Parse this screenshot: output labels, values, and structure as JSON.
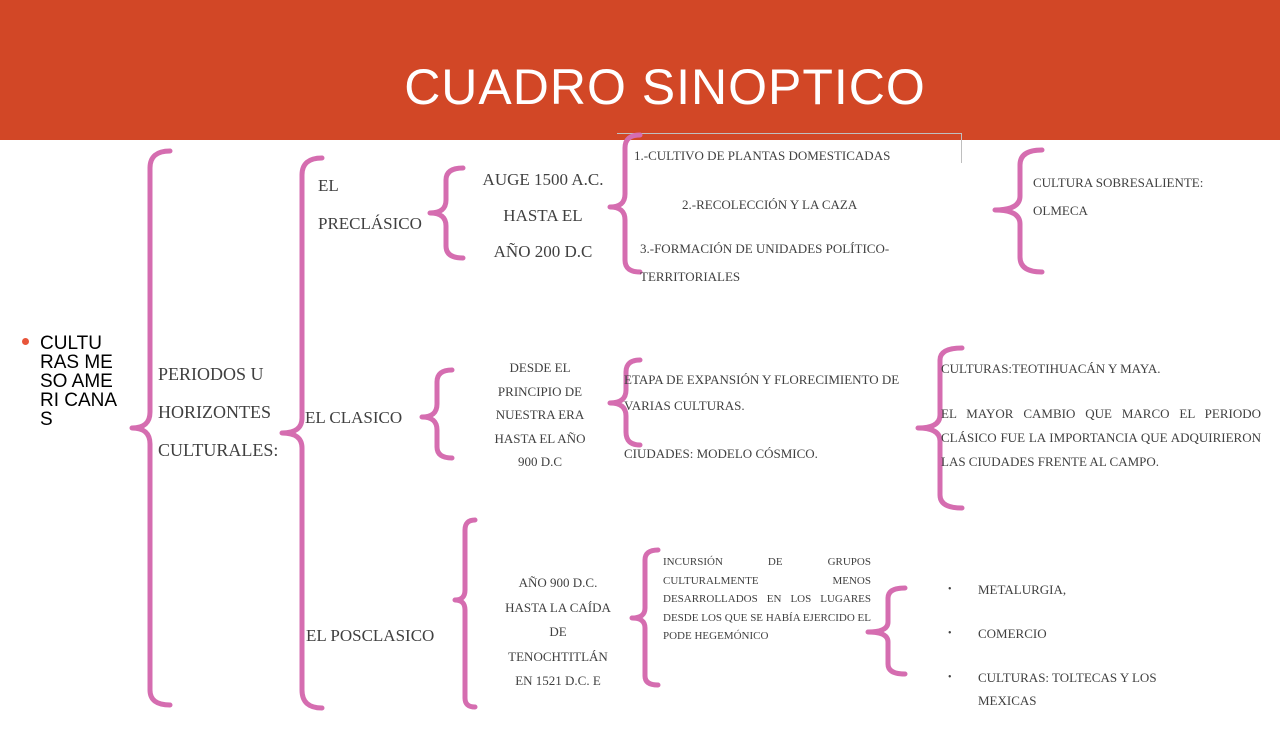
{
  "header": {
    "title": "CUADRO SINOPTICO",
    "bg": "#d24726"
  },
  "accent": {
    "bracket": "#d56db0",
    "bullet": "#e8553a"
  },
  "root": {
    "label": "CULTURAS MESOAMERICANAS",
    "display": "CULTU RAS MESO AMERI CANAS"
  },
  "level1": {
    "label": "PERIODOS U HORIZONTES CULTURALES:"
  },
  "preclasico": {
    "name_line1": "EL",
    "name_line2": "PRECLÁSICO",
    "range": [
      "AUGE 1500 A.C.",
      "HASTA EL",
      "AÑO 200 D.C"
    ],
    "items": [
      "1.-CULTIVO DE PLANTAS DOMESTICADAS",
      "2.-RECOLECCIÓN Y LA CAZA",
      "3.-FORMACIÓN DE UNIDADES POLÍTICO-",
      "TERRITORIALES"
    ],
    "culture": [
      "CULTURA SOBRESALIENTE:",
      "OLMECA"
    ]
  },
  "clasico": {
    "name": "EL CLASICO",
    "range": [
      "DESDE EL",
      "PRINCIPIO DE",
      "NUESTRA ERA",
      "HASTA EL AÑO",
      "900 D.C"
    ],
    "stage": [
      "ETAPA DE EXPANSIÓN Y FLORECIMIENTO DE",
      "VARIAS CULTURAS."
    ],
    "cities": "CIUDADES: MODELO CÓSMICO.",
    "cultures": "CULTURAS:TEOTIHUACÁN Y MAYA.",
    "change": "EL MAYOR CAMBIO QUE MARCO EL PERIODO CLÁSICO FUE LA IMPORTANCIA QUE ADQUIRIERON LAS CIUDADES FRENTE AL CAMPO."
  },
  "posclasico": {
    "name": "EL POSCLASICO",
    "range": [
      "AÑO 900 D.C.",
      "HASTA LA CAÍDA",
      "DE",
      "TENOCHTITLÁN",
      "EN 1521 D.C. E"
    ],
    "incursion": "INCURSIÓN DE GRUPOS CULTURALMENTE MENOS DESARROLLADOS EN LOS LUGARES DESDE LOS QUE SE HABÍA EJERCIDO EL PODE HEGEMÓNICO",
    "list": [
      "METALURGIA,",
      "COMERCIO",
      "CULTURAS: TOLTECAS Y LOS MEXICAS"
    ]
  }
}
